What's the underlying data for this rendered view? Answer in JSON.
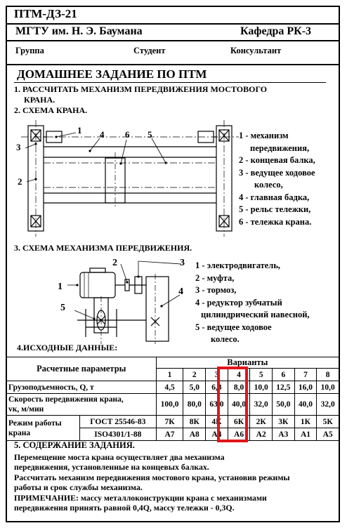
{
  "header": {
    "doc_code": "ПТМ-ДЗ-21",
    "university": "МГТУ им. Н. Э. Баумана",
    "department": "Кафедра РК-3",
    "group_label": "Группа",
    "student_label": "Студент",
    "consultant_label": "Консультант"
  },
  "title": "ДОМАШНЕЕ ЗАДАНИЕ ПО ПТМ",
  "tasks": {
    "task1_line1": "1. РАССЧИТАТЬ МЕХАНИЗМ ПЕРЕДВИЖЕНИЯ МОСТОВОГО",
    "task1_line2": "КРАНА.",
    "task2": "2. СХЕМА КРАНА.",
    "task3": "3. СХЕМА МЕХАНИЗМА  ПЕРЕДВИЖЕНИЯ.",
    "task4": "4.ИСХОДНЫЕ ДАННЫЕ:"
  },
  "crane_scheme": {
    "callouts": [
      "1",
      "2",
      "3",
      "4",
      "5",
      "6"
    ],
    "legend": {
      "l1a": "1 - механизм",
      "l1b": "передвижения,",
      "l2": "2 - концевая балка,",
      "l3a": "3 - ведущее ходовое",
      "l3b": "колесо,",
      "l4": "4 - главная бадка,",
      "l5": "5 - рельс тележки,",
      "l6": "6 - тележка крана."
    }
  },
  "mechanism_scheme": {
    "callouts": [
      "1",
      "2",
      "3",
      "4",
      "5"
    ],
    "legend": {
      "l1": "1 - электродвигатель,",
      "l2": "2 - муфта,",
      "l3": "3 - тормоз,",
      "l4a": "4 - редуктор зубчатый",
      "l4b": "цилиндрический навесной,",
      "l5a": "5 - ведущее ходовое",
      "l5b": "колесо."
    }
  },
  "params_table": {
    "header_params": "Расчетные параметры",
    "header_variants": "Варианты",
    "variant_numbers": [
      "1",
      "2",
      "3",
      "4",
      "5",
      "6",
      "7",
      "8"
    ],
    "rows": {
      "capacity": {
        "label": "Грузоподъемность, Q, т",
        "values": [
          "4,5",
          "5,0",
          "6,3",
          "8,0",
          "10,0",
          "12,5",
          "16,0",
          "10,0"
        ]
      },
      "speed": {
        "label1": "Скорость передвижения крана,",
        "label2": "vк, м/мин",
        "values": [
          "100,0",
          "80,0",
          "63,0",
          "40,0",
          "32,0",
          "50,0",
          "40,0",
          "32,0"
        ]
      },
      "mode_gost": {
        "label_main1": "Режим работы",
        "label_main2": "крана",
        "label_std": "ГОСТ 25546-83",
        "values": [
          "7К",
          "8К",
          "4К",
          "6К",
          "2К",
          "3К",
          "1К",
          "5К"
        ]
      },
      "mode_iso": {
        "label_std": "ISO4301/1-88",
        "values": [
          "А7",
          "А8",
          "А4",
          "А6",
          "А2",
          "А3",
          "А1",
          "А5"
        ]
      }
    },
    "highlight_color": "#e0141a",
    "highlighted_variant": "4"
  },
  "content_section": {
    "heading": "5. СОДЕРЖАНИЕ ЗАДАНИЯ.",
    "p1a": "Перемещение моста крана осуществляет два механизма",
    "p1b": "передвижения, установленные на концевых балках.",
    "p2a": "Рассчитать механизм передвижения  мостового крана, установив режимы",
    "p2b": "работы и срок службы механизма.",
    "note_label": "ПРИМЕЧАНИЕ:",
    "note_text": " массу металлоконструкции крана с механизмами",
    "note_b": "передвижения принять равной 0,4Q, массу тележки - 0,3Q."
  }
}
